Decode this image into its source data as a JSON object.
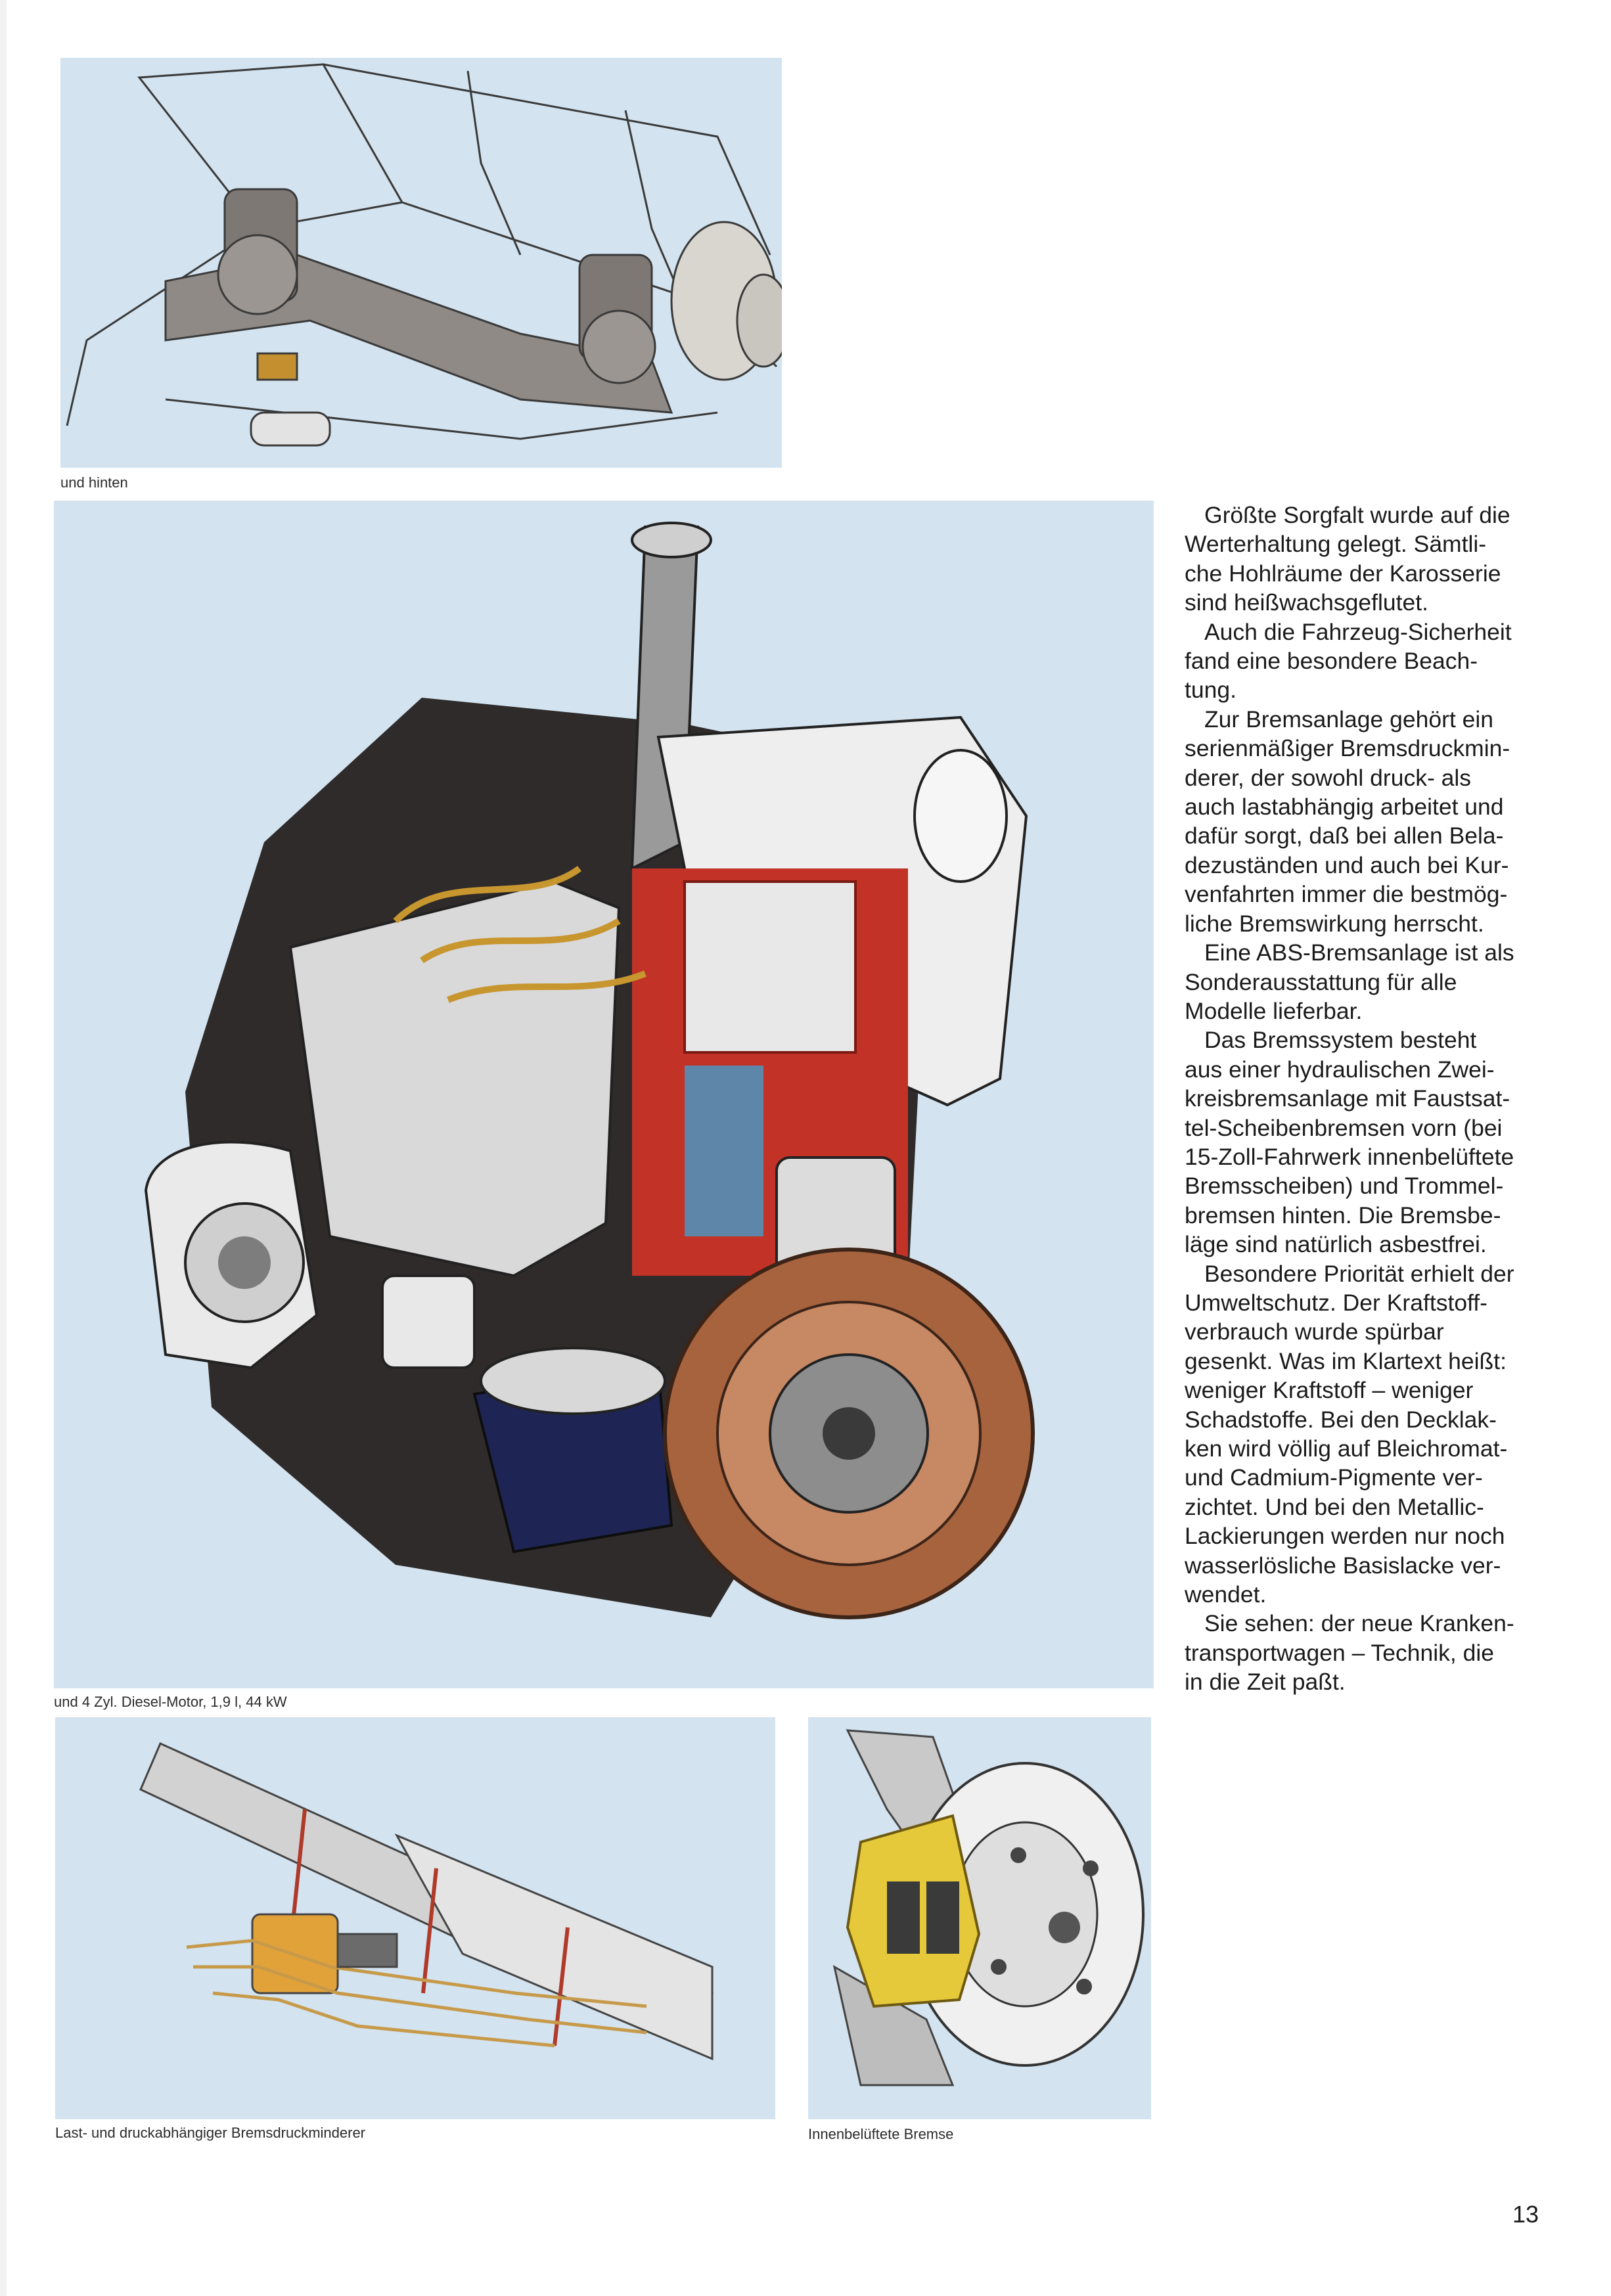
{
  "figures": {
    "rear_axle": {
      "caption": "und hinten"
    },
    "engine": {
      "caption": "und 4 Zyl. Diesel-Motor, 1,9 l, 44 kW"
    },
    "brake_regulator": {
      "caption": "Last- und druckabhängiger Bremsdruckminderer"
    },
    "vented_brake": {
      "caption": "Innenbelüftete Bremse"
    }
  },
  "body_text": {
    "lines": [
      "Größte Sorgfalt wurde auf die",
      "Werterhaltung gelegt. Sämtli-",
      "che Hohlräume der Karosserie",
      "sind heißwachsgeflutet.",
      "Auch die Fahrzeug-Sicherheit",
      "fand eine besondere Beach-",
      "tung.",
      "Zur Bremsanlage gehört ein",
      "serienmäßiger Bremsdruckmin-",
      "derer, der sowohl druck- als",
      "auch lastabhängig arbeitet und",
      "dafür sorgt, daß bei allen Bela-",
      "dezuständen und auch bei Kur-",
      "venfahrten immer die bestmög-",
      "liche Bremswirkung herrscht.",
      "Eine ABS-Bremsanlage ist als",
      "Sonderausstattung für alle",
      "Modelle lieferbar.",
      "Das Bremssystem besteht",
      "aus einer hydraulischen Zwei-",
      "kreisbremsanlage mit Faustsat-",
      "tel-Scheibenbremsen vorn (bei",
      "15-Zoll-Fahrwerk innenbelüftete",
      "Bremsscheiben) und Trommel-",
      "bremsen hinten. Die Bremsbe-",
      "läge sind natürlich asbestfrei.",
      "Besondere Priorität erhielt der",
      "Umweltschutz. Der Kraftstoff-",
      "verbrauch wurde spürbar",
      "gesenkt. Was im Klartext heißt:",
      "weniger Kraftstoff – weniger",
      "Schadstoffe. Bei den Decklak-",
      "ken wird völlig auf Bleichromat-",
      "und Cadmium-Pigmente ver-",
      "zichtet. Und bei den Metallic-",
      "Lackierungen werden nur noch",
      "wasserlösliche Basislacke ver-",
      "wendet.",
      "Sie sehen: der neue Kranken-",
      "transportwagen – Technik, die",
      "in die Zeit paßt."
    ],
    "paragraph_starts": [
      0,
      4,
      7,
      15,
      18,
      26,
      38
    ]
  },
  "page_number": "13"
}
